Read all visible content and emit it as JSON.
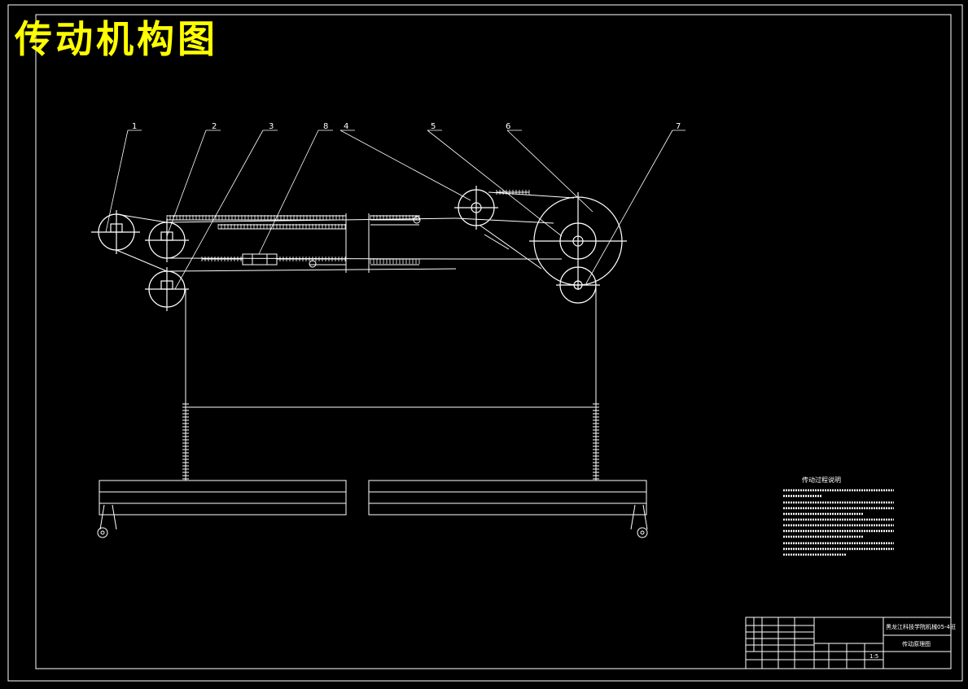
{
  "title": "传动机构图",
  "colors": {
    "background": "#000000",
    "lines": "#ffffff",
    "title": "#ffff00"
  },
  "callouts": [
    {
      "id": "c1",
      "label": "1"
    },
    {
      "id": "c2",
      "label": "2"
    },
    {
      "id": "c3",
      "label": "3"
    },
    {
      "id": "c8",
      "label": "8"
    },
    {
      "id": "c4",
      "label": "4"
    },
    {
      "id": "c5",
      "label": "5"
    },
    {
      "id": "c6",
      "label": "6"
    },
    {
      "id": "c7",
      "label": "7"
    }
  ],
  "notes": {
    "heading": "传动过程说明"
  },
  "title_block": {
    "school": "黑龙江科技学院机械05-4班",
    "drawing_name": "传动原理图",
    "scale": "1:5"
  }
}
